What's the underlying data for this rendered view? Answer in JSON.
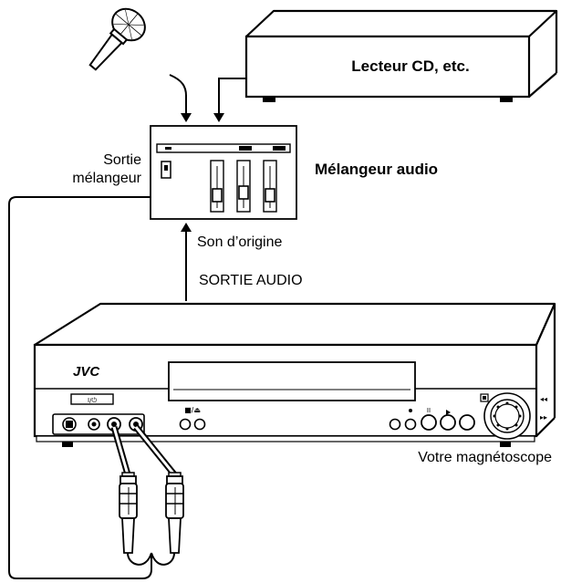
{
  "labels": {
    "cd_player": "Lecteur CD, etc.",
    "mixer": "Mélangeur audio",
    "mixer_output_line1": "Sortie",
    "mixer_output_line2": "mélangeur",
    "original_sound": "Son d’origine",
    "audio_out": "SORTIE AUDIO",
    "vcr": "Votre magnétoscope"
  },
  "vcr_brand": "JVC",
  "icons": {
    "microphone": "microphone-icon",
    "cd_player": "cd-player-icon",
    "mixer": "audio-mixer-icon",
    "vcr": "vcr-icon",
    "plug": "rca-plug-icon"
  }
}
